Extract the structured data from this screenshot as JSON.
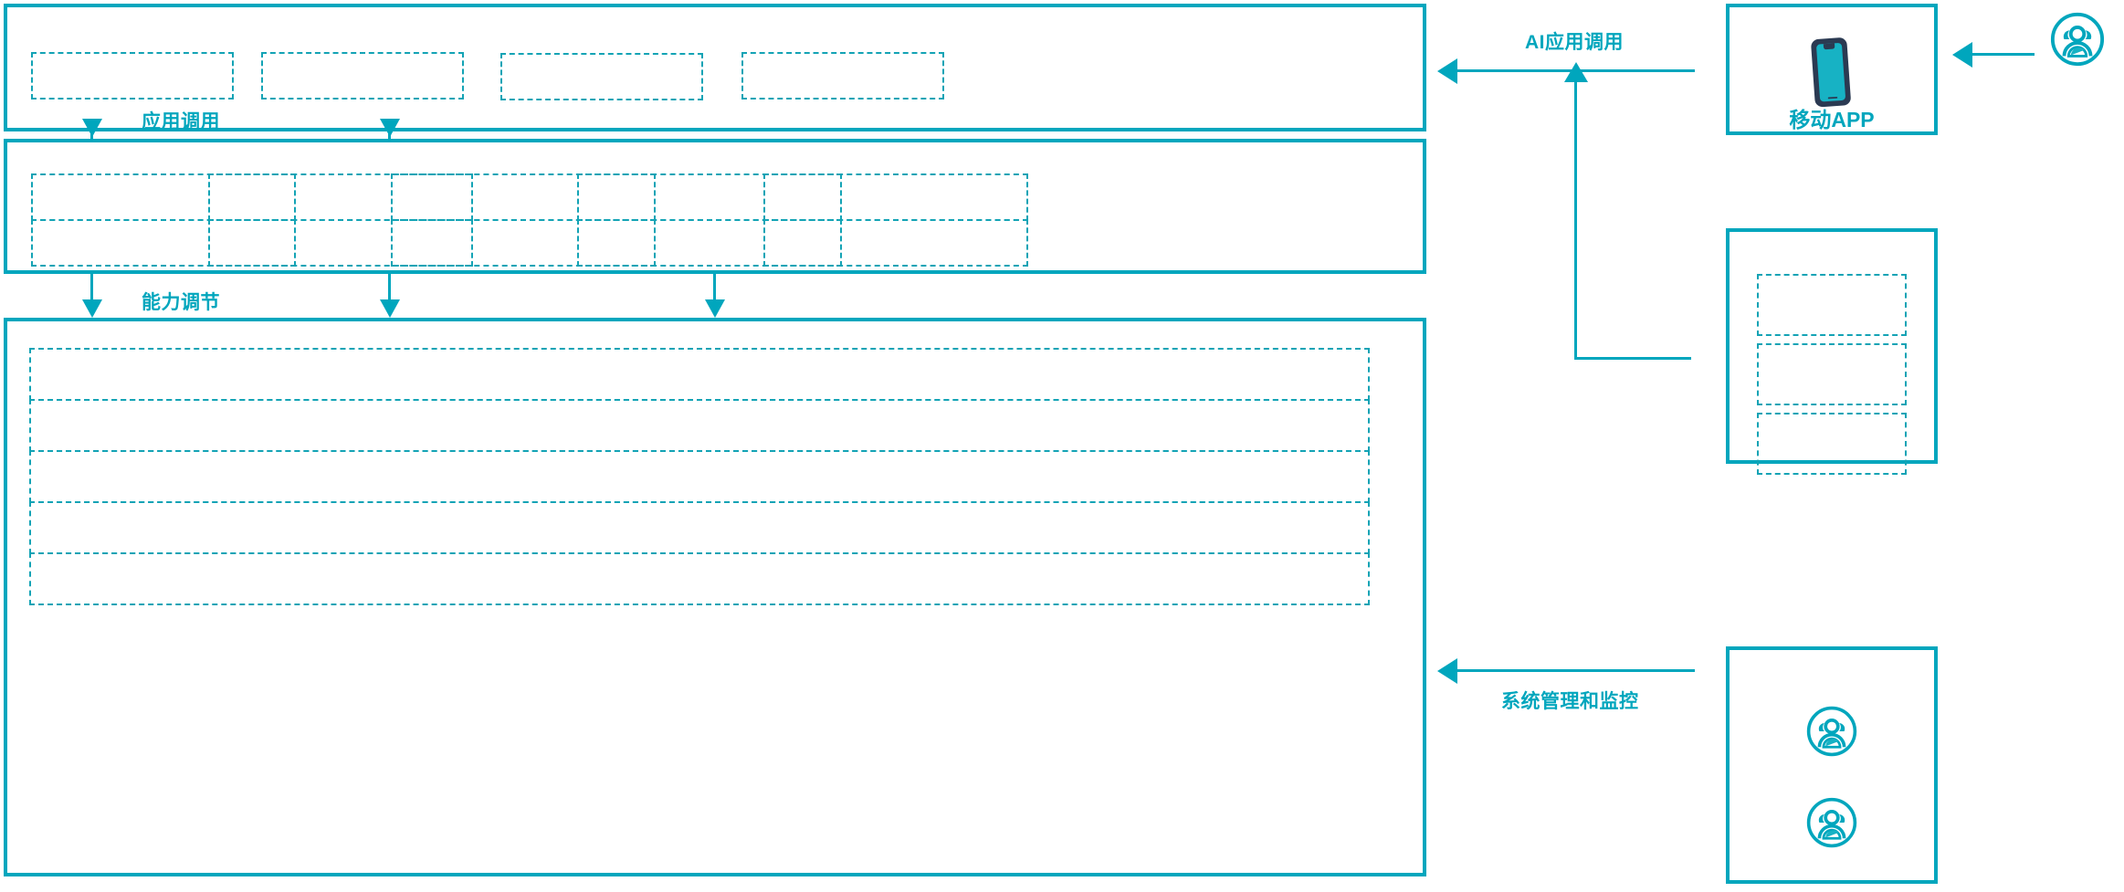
{
  "theme": {
    "accent": "#00A6BD",
    "dashed": "#13A3B5",
    "phone_body": "#2B3A52",
    "phone_screen": "#17B2C4",
    "background": "#FFFFFF"
  },
  "connectors": {
    "app_call": {
      "label": "应用调用",
      "icon": "arrow-down-icon"
    },
    "capability_call": {
      "label": "能力调节",
      "icon": "arrow-down-icon"
    },
    "ai_app_call": {
      "label": "AI应用调用",
      "icon": "arrow-left-icon"
    },
    "system_monitor": {
      "label": "系统管理和监控",
      "icon": "arrow-left-icon"
    }
  },
  "layers": {
    "application_layer": {
      "name": "application-layer",
      "boxes": [
        {
          "label": ""
        },
        {
          "label": ""
        },
        {
          "label": ""
        },
        {
          "label": ""
        }
      ]
    },
    "capability_layer": {
      "name": "capability-layer",
      "rows": [
        [
          {
            "label": ""
          },
          {
            "label": ""
          },
          {
            "label": ""
          },
          {
            "label": ""
          },
          {
            "label": ""
          }
        ],
        [
          {
            "label": ""
          },
          {
            "label": ""
          },
          {
            "label": ""
          },
          {
            "label": ""
          },
          {
            "label": ""
          }
        ]
      ]
    },
    "platform_layer": {
      "name": "platform-layer",
      "rows": [
        {
          "label": ""
        },
        {
          "label": ""
        },
        {
          "label": ""
        },
        {
          "label": ""
        },
        {
          "label": ""
        }
      ]
    }
  },
  "side_panels": {
    "mobile_app": {
      "caption": "移动APP",
      "device_icon": "mobile-phone-icon",
      "actor_icon": "user-group-icon"
    },
    "channel_panel": {
      "caption": "",
      "boxes": [
        {
          "label": ""
        },
        {
          "label": ""
        },
        {
          "label": ""
        }
      ]
    },
    "operator_panel": {
      "caption": "",
      "actors": [
        {
          "icon": "user-group-icon"
        },
        {
          "icon": "user-group-icon"
        }
      ]
    }
  }
}
